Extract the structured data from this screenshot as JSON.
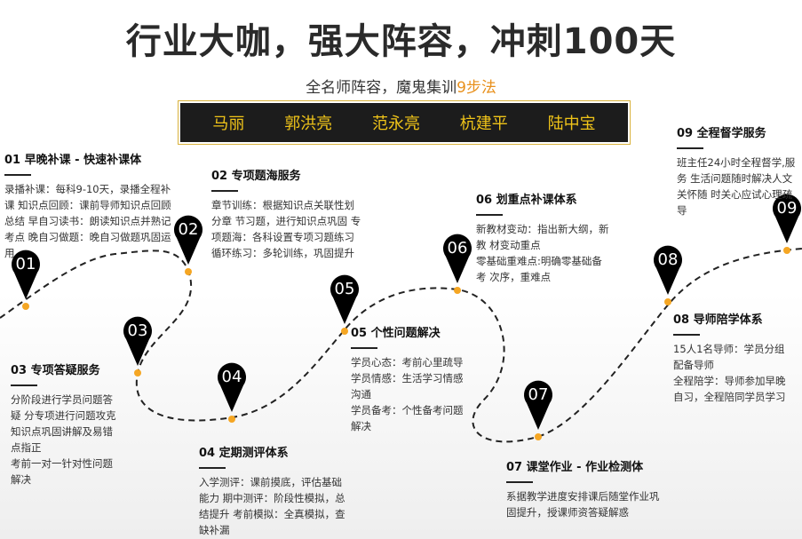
{
  "header": {
    "title": "行业大咖，强大阵容，冲刺100天",
    "subtitle_main": "全名师阵容，魔鬼集训",
    "subtitle_accent": "9步法",
    "teachers": [
      "马丽",
      "郭洪亮",
      "范永亮",
      "杭建平",
      "陆中宝"
    ]
  },
  "colors": {
    "accent": "#e8901c",
    "teacher_text": "#f0c419",
    "banner_bg": "#1c1c1c",
    "marker": "#000000",
    "dot": "#f5a623"
  },
  "markers": [
    "01",
    "02",
    "03",
    "04",
    "05",
    "06",
    "07",
    "08",
    "09"
  ],
  "steps": [
    {
      "title": "01 早晚补课 - 快速补课体",
      "lines": [
        "录播补课：每科9-10天，录播全程补课 知识点回顾：课前导师知识点回顾总结 早自习读书：朗读知识点并熟记考点 晚自习做题：晚自习做题巩固运用"
      ]
    },
    {
      "title": "02 专项题海服务",
      "lines": [
        "章节训练：根据知识点关联性划分章 节习题，进行知识点巩固 专项题海：各科设置专项习题练习 循环练习：多轮训练，巩固提升"
      ]
    },
    {
      "title": "03 专项答疑服务",
      "lines": [
        "分阶段进行学员问题答疑 分专项进行问题攻克 知识点巩固讲解及易错点指正",
        "考前一对一针对性问题解决"
      ]
    },
    {
      "title": "04 定期测评体系",
      "lines": [
        "入学测评：课前摸底，评估基础能力 期中测评：阶段性模拟，总结提升 考前模拟：全真模拟，查缺补漏"
      ]
    },
    {
      "title": "05 个性问题解决",
      "lines": [
        "学员心态：考前心里疏导",
        "学员情感：生活学习情感沟通",
        "学员备考：个性备考问题解决"
      ]
    },
    {
      "title": "06 划重点补课体系",
      "lines": [
        "新教材变动：指出新大纲，新教 材变动重点",
        "零基础重难点:明确零基础备考 次序，重难点"
      ]
    },
    {
      "title": "07 课堂作业 - 作业检测体",
      "lines": [
        "系据教学进度安排课后随堂作业巩固提升，授课师资答疑解惑"
      ]
    },
    {
      "title": "08 导师陪学体系",
      "lines": [
        "15人1名导师：学员分组 配备导师",
        "全程陪学：导师参加早晚 自习，全程陪同学员学习"
      ]
    },
    {
      "title": "09 全程督学服务",
      "lines": [
        "班主任24小时全程督学,服务 生活问题随时解决人文关怀随 时关心应试心理疏导"
      ]
    }
  ]
}
